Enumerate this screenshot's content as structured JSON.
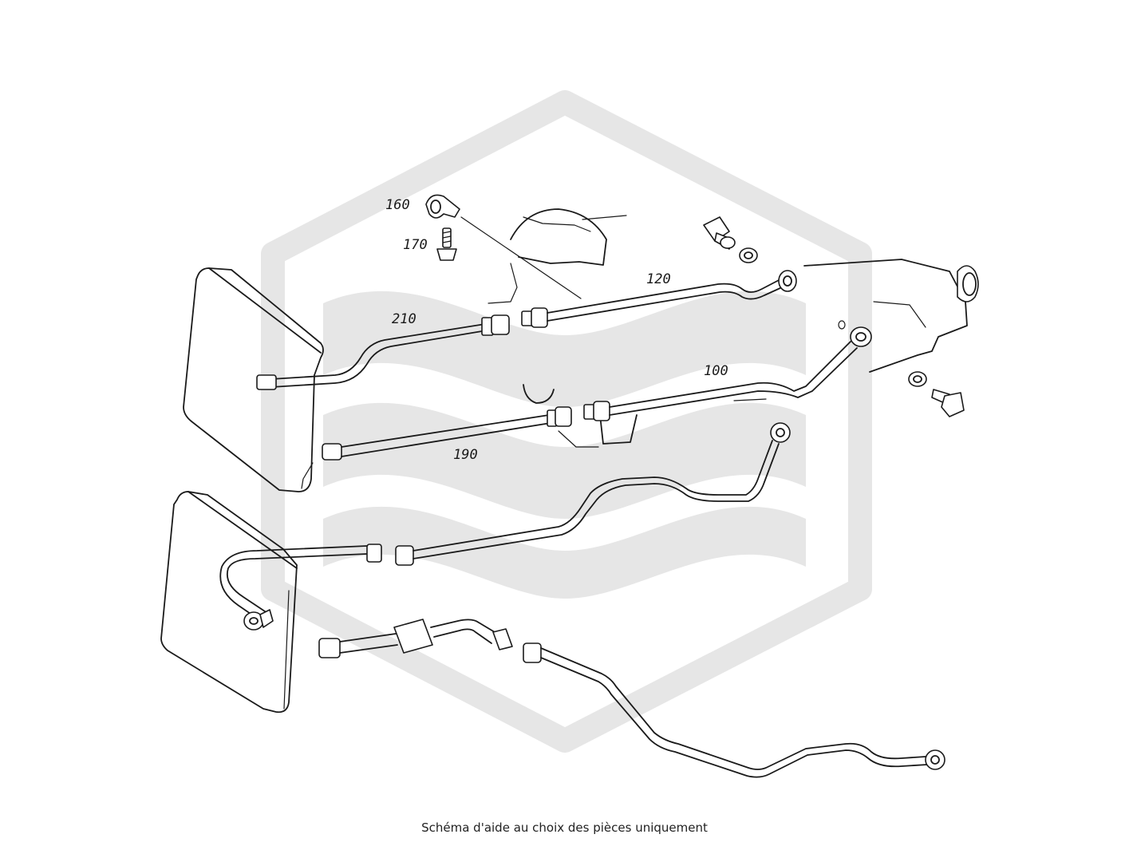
{
  "diagram": {
    "labels": {
      "p160": "160",
      "p170": "170",
      "p120": "120",
      "p210": "210",
      "p100": "100",
      "p190": "190"
    },
    "watermark_icon": "hexagon-logo-watermark",
    "watermark_color": "#e6e6e6"
  },
  "caption": "Schéma d'aide au choix des pièces uniquement"
}
